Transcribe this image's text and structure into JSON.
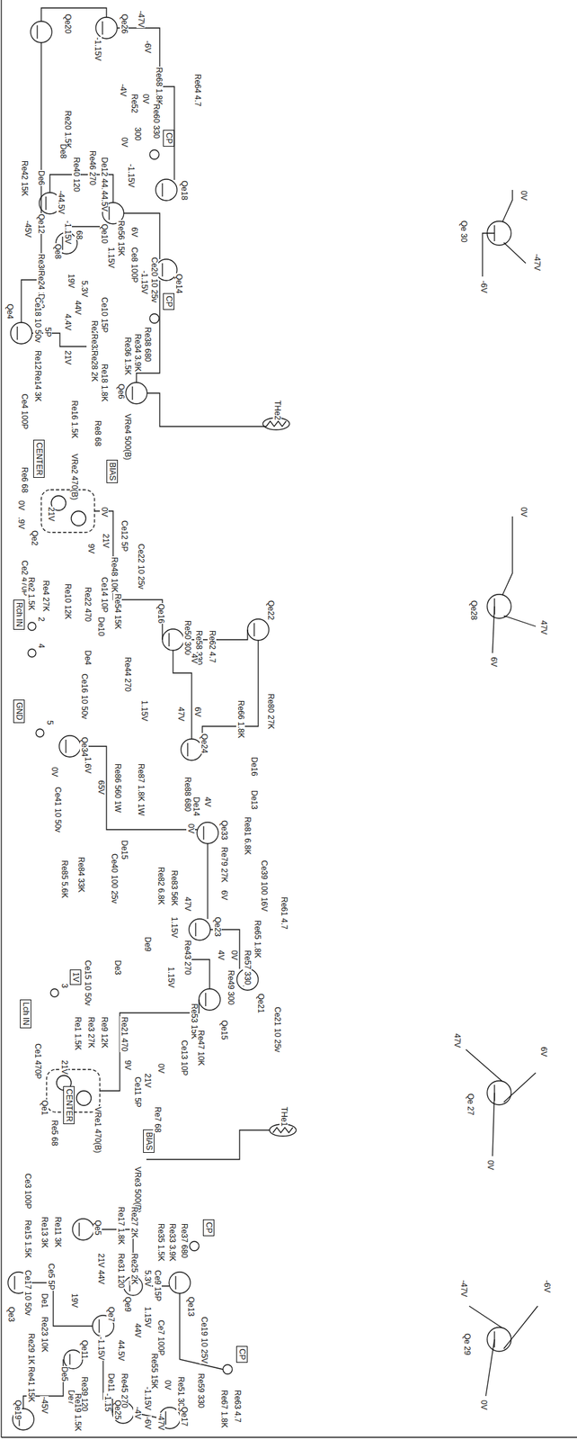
{
  "diagram": {
    "nodes": [
      {
        "text": [
          "CP"
        ]
      },
      {
        "text": [
          "CP"
        ]
      },
      {
        "text": [
          "CENTER"
        ]
      },
      {
        "text": [
          "BIAS"
        ]
      },
      {
        "text": [
          "Rch IN"
        ]
      },
      {
        "text": [
          "GND"
        ]
      },
      {
        "text": [
          "1V"
        ]
      },
      {
        "text": [
          "Lch IN"
        ]
      },
      {
        "text": [
          "CENTER"
        ]
      },
      {
        "text": [
          "BIAS"
        ]
      },
      {
        "text": [
          "CP"
        ]
      },
      {
        "text": [
          "CP"
        ]
      }
    ],
    "labels": [
      "Qe20",
      "Qe26",
      "-1.15V",
      "-47V",
      "-6V",
      "Re68 1.8K",
      "Re64 4.7",
      "Re20 1.5K",
      "-4V",
      "Re52",
      "0V",
      "Re60 330",
      "300",
      "Qe18",
      "De8",
      "Re40 120",
      "Re46 270",
      "De12 44.5V",
      "-1.15V",
      "0V",
      "Re42 15K",
      "De6",
      "Qe12",
      "-44.5V",
      "-1.15V",
      "44.5V",
      "Qe10",
      "-45V",
      "Qe8",
      "68",
      "Re56 15K",
      "1.15V",
      "6V",
      "Ce8 100P",
      "-1.15V",
      "Ce20 10 25v",
      "Qe14",
      "Re30 1K",
      "Re24 10K",
      "De2",
      "19V",
      "5.3V",
      "44V",
      "Ce10 15P",
      "Qe4",
      "Ce18 10 50v",
      "5P",
      "4.4V",
      "Re26 2K",
      "Re32 120",
      "Re28 2K",
      "Re18 1.8K",
      "Re36 1.5K",
      "Re34 3.9K",
      "Re38 680",
      "Re12 3K",
      "21V",
      "Re14 3K",
      "Qe6",
      "Ce4 100P",
      "Re16 1.5K",
      "Re8 68",
      "VRe4 500(B)",
      "THe2",
      "VRe2 470(B)",
      "Re6 68",
      "0V",
      ".9V",
      "21V",
      "0V",
      "Qe2",
      "Ce12 5P",
      "21V",
      "9V",
      "Ce2 470P",
      "Re48 10K",
      "Ce22 10 25v",
      "Re2 1.5K",
      "Re4 27K",
      "Re10 12K",
      "Re22 470",
      "Ce14 10P",
      "Re54 15K",
      "2",
      "4",
      "De10",
      "Qe16",
      "Re50 300",
      "Re58 330",
      "Re62 4.7",
      "Qe22",
      "4V",
      "Re44 270",
      "De4",
      "Ce16 10 50v",
      "1.15V",
      "47V",
      "6V",
      "Qe24",
      "Re66 1.8K",
      "Re80 27K",
      "5",
      "Qe34",
      "1.6V",
      "0V",
      "65V",
      "Ce41 10 50v",
      "Re86 560 1W",
      "Re87 1.8K 1W",
      "Re88 680",
      "De16",
      "4V",
      "De14",
      "De13",
      "Re81 6.8K",
      "0V",
      "Qe33",
      "De15",
      "Ce40 100 25v",
      "Re85 5.6K",
      "Re84 33K",
      "Re82 6.8K",
      "Re83 56K",
      "Re79 27K",
      "Ce39 100 16V",
      "6V",
      "47V",
      "Qe23",
      "1.15V",
      "Re65 1.8K",
      "Re61 4.7",
      "Re43 270",
      "De9",
      "4V",
      "0V",
      "Re49 300",
      "Re57 330",
      "De3",
      "Ce15 10 50v",
      "1.15V",
      "Qe21",
      "Qe15",
      "Re53 15K",
      "Ce21 10 25v",
      "3",
      "Re1 1.5K",
      "Re3 27K",
      "Re9 12K",
      "Re21 470",
      "Re47 10K",
      "Ce13 10P",
      "Ce1 470P",
      "9V",
      "21V",
      "0V",
      "21V",
      "Ce11 5P",
      "Qe1",
      "VRe1 470(B)",
      "Re7 68",
      "Re5 68",
      "VRe3 500(B)",
      "THe1",
      "Ce3 100P",
      "Re15 1.5K",
      "Re13 3K",
      "Re11 3K",
      "Qe5",
      "Re17 1.8K",
      "Re27 2K",
      "Re31 120",
      "Re25 2K",
      "Re35 1.5K",
      "Re33 3.9K",
      "Re37 680",
      "21V",
      "44V",
      "Ce17 10 50v",
      "Ce5 5P",
      "5.3V",
      "Ce9 15P",
      "Qe13",
      "Qe3",
      "De1",
      "19V",
      "Ce7 100P",
      "1.15V",
      "Re23 10K",
      "Qe7",
      "Qe9",
      "44V",
      "Ce19 10 25V",
      "Re29 1K",
      "Qe11",
      "44.5V",
      "-1.15V",
      "Re41 15K",
      "De5",
      "De11",
      "Re45 270",
      "Re39 120",
      "De7",
      "-45V",
      "Re55 15K",
      "-1.15V",
      "0V",
      "-4V",
      "Re51 300",
      "Re59 330",
      "Re67 1.8K",
      "Re63 4.7",
      "Qe19",
      "Re19 1.5K",
      "Qe25",
      "-1.15",
      "-6V",
      "-47V",
      "Qe17",
      "Qe 30",
      "0V",
      "-47V",
      "-6V",
      "Qe28",
      "0V",
      "47V",
      "6V",
      "Qe 27",
      "47V",
      "6V",
      "0V",
      "Qe 29",
      "-47V",
      "-6V",
      "0V"
    ]
  }
}
